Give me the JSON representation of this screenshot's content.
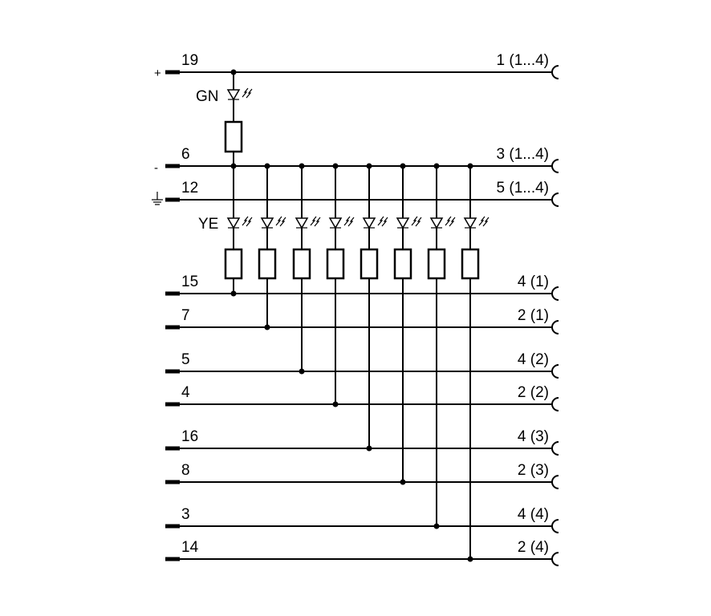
{
  "left_pins": [
    {
      "pin": "19",
      "symbol": "+"
    },
    {
      "pin": "6",
      "symbol": "-"
    },
    {
      "pin": "12",
      "symbol": "ground"
    },
    {
      "pin": "15",
      "symbol": ""
    },
    {
      "pin": "7",
      "symbol": ""
    },
    {
      "pin": "5",
      "symbol": ""
    },
    {
      "pin": "4",
      "symbol": ""
    },
    {
      "pin": "16",
      "symbol": ""
    },
    {
      "pin": "8",
      "symbol": ""
    },
    {
      "pin": "3",
      "symbol": ""
    },
    {
      "pin": "14",
      "symbol": ""
    }
  ],
  "right_labels": [
    "1 (1...4)",
    "3 (1...4)",
    "5 (1...4)",
    "4 (1)",
    "2 (1)",
    "4 (2)",
    "2 (2)",
    "4 (3)",
    "2 (3)",
    "4 (4)",
    "2 (4)"
  ],
  "led_labels": {
    "power": "GN",
    "signal": "YE"
  },
  "symbols": {
    "plus": "+",
    "minus": "-"
  }
}
